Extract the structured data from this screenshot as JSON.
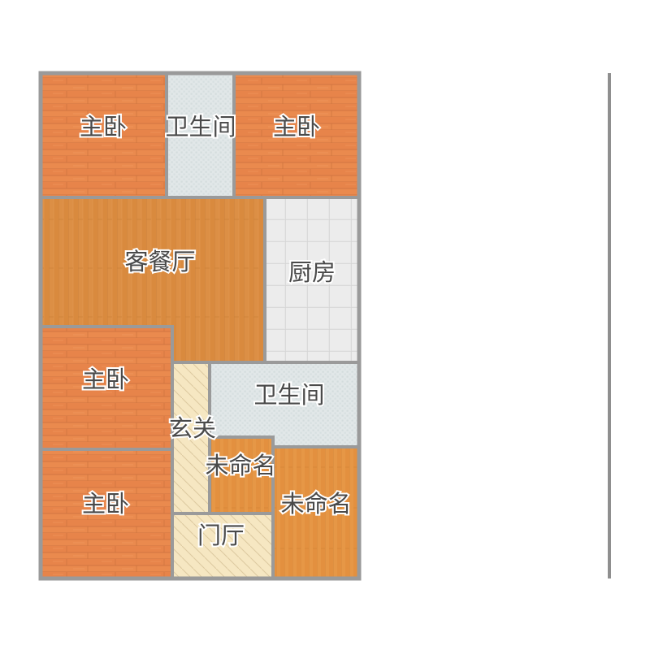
{
  "plan": {
    "colors": {
      "bedroom_floor": "#ea8a4e",
      "living_floor": "#d98a3e",
      "bathroom_floor": "#e1e7e8",
      "kitchen_floor": "#e6e6e6",
      "foyer_floor": "#f6e7c2",
      "unnamed_floor": "#e3903f",
      "wall": "#9a9a9a"
    },
    "rooms": [
      {
        "id": "bedroom-1",
        "label": "主卧",
        "floor": "bedroom"
      },
      {
        "id": "bathroom-1",
        "label": "卫生间",
        "floor": "bathroom"
      },
      {
        "id": "bedroom-2",
        "label": "主卧",
        "floor": "bedroom"
      },
      {
        "id": "living-dining",
        "label": "客餐厅",
        "floor": "living"
      },
      {
        "id": "kitchen",
        "label": "厨房",
        "floor": "kitchen"
      },
      {
        "id": "bedroom-3",
        "label": "主卧",
        "floor": "bedroom"
      },
      {
        "id": "bathroom-2",
        "label": "卫生间",
        "floor": "bathroom"
      },
      {
        "id": "corridor",
        "label": "玄关",
        "floor": "foyer"
      },
      {
        "id": "unnamed-1",
        "label": "未命名",
        "floor": "unnamed"
      },
      {
        "id": "unnamed-2",
        "label": "未命名",
        "floor": "unnamed"
      },
      {
        "id": "bedroom-4",
        "label": "主卧",
        "floor": "bedroom"
      },
      {
        "id": "entry-hall",
        "label": "门厅",
        "floor": "foyer"
      }
    ]
  }
}
